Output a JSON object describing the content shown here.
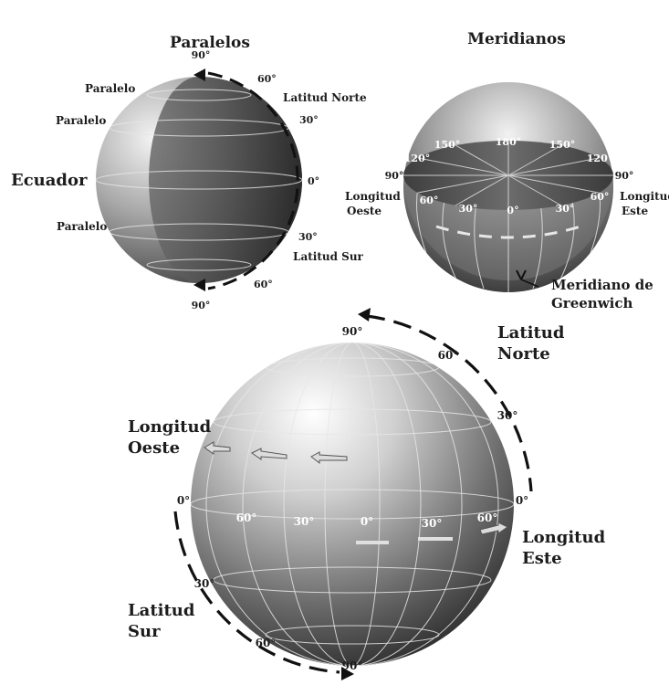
{
  "colors": {
    "globe_light": "#f2f2f2",
    "globe_dark": "#2a2a2a",
    "ink": "#1c1c1c",
    "grid": "#e6e6e6"
  },
  "globe1": {
    "title": "Paralelos",
    "deg_top": "90°",
    "deg_bottom": "90°",
    "lbl_paralelo_1": "Paralelo",
    "lbl_paralelo_2": "Paralelo",
    "lbl_paralelo_3": "Paralelo",
    "lbl_ecuador": "Ecuador",
    "lbl_latitud_norte": "Latitud Norte",
    "lbl_latitud_sur": "Latitud Sur",
    "deg_60_n": "60°",
    "deg_30_n": "30°",
    "deg_0": "0°",
    "deg_30_s": "30°",
    "deg_60_s": "60°"
  },
  "globe2": {
    "title": "Meridianos",
    "deg_150_l": "150°",
    "deg_180": "180°",
    "deg_150_r": "150°",
    "deg_120_l": "120°",
    "deg_120_r": "120°",
    "deg_90_l": "90°",
    "deg_90_r": "90°",
    "deg_60_l": "60°",
    "deg_30_l": "30°",
    "deg_0": "0°",
    "deg_30_r": "30°",
    "deg_60_r": "60°",
    "lbl_longitud_oeste_1": "Longitud",
    "lbl_longitud_oeste_2": "Oeste",
    "lbl_longitud_este_1": "Longitud",
    "lbl_longitud_este_2": "Este",
    "lbl_greenwich_1": "Meridiano de",
    "lbl_greenwich_2": "Greenwich"
  },
  "globe3": {
    "deg_90_top": "90°",
    "deg_60_n": "60°",
    "deg_30_n": "30°",
    "deg_0_r": "0°",
    "deg_0_l": "0°",
    "deg_30_s": "30°",
    "deg_60_s": "60°",
    "deg_90_bottom": "90°",
    "lon_60_w": "60°",
    "lon_30_w": "30°",
    "lon_0": "0°",
    "lon_30_e": "30°",
    "lon_60_e": "60°",
    "lbl_latitud_norte_1": "Latitud",
    "lbl_latitud_norte_2": "Norte",
    "lbl_longitud_oeste_1": "Longitud",
    "lbl_longitud_oeste_2": "Oeste",
    "lbl_longitud_este_1": "Longitud",
    "lbl_longitud_este_2": "Este",
    "lbl_latitud_sur_1": "Latitud",
    "lbl_latitud_sur_2": "Sur"
  }
}
